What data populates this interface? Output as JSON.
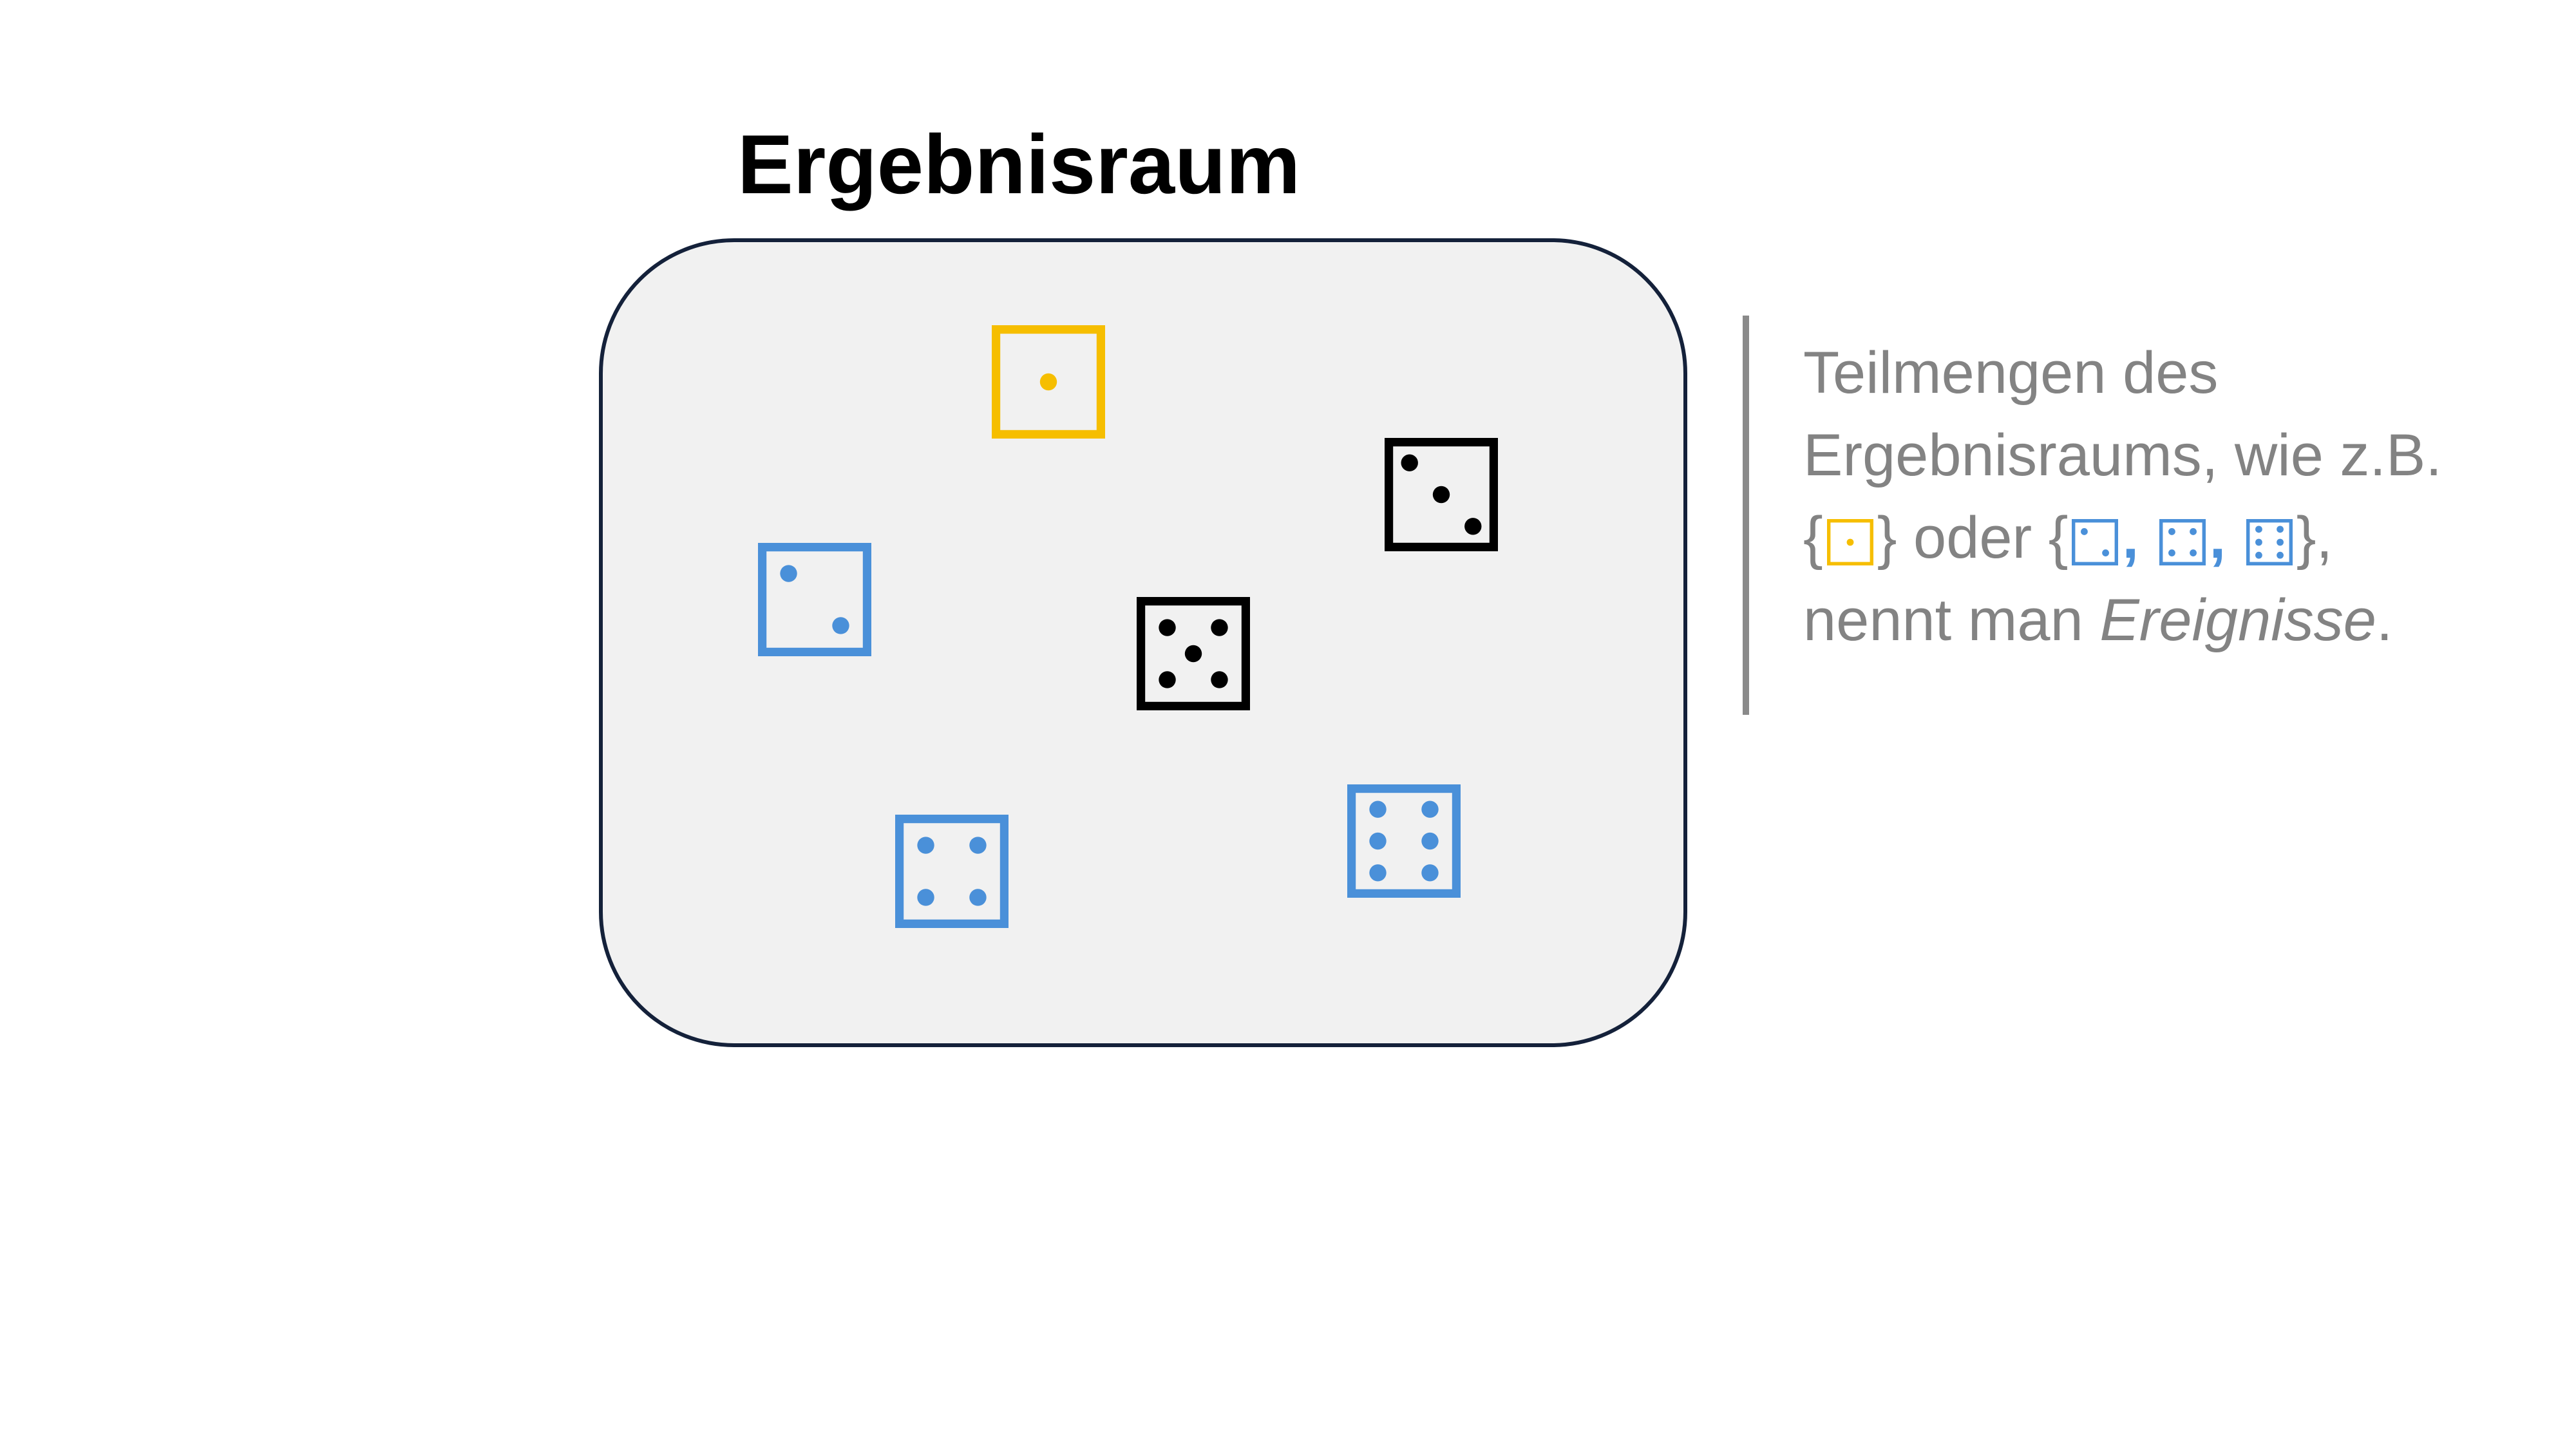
{
  "title": "Ergebnisraum",
  "colors": {
    "yellow": "#f6be00",
    "blue": "#4a90d9",
    "black": "#000000",
    "box_fill": "#f1f1f1",
    "box_border": "#14213a",
    "caption_text": "#838383"
  },
  "dice": [
    {
      "value": 1,
      "color": "yellow"
    },
    {
      "value": 3,
      "color": "black"
    },
    {
      "value": 2,
      "color": "blue"
    },
    {
      "value": 5,
      "color": "black"
    },
    {
      "value": 4,
      "color": "blue"
    },
    {
      "value": 6,
      "color": "blue"
    }
  ],
  "caption": {
    "line1": "Teilmengen des",
    "line2": "Ergebnisraums, wie z.B.",
    "brace_open": "{",
    "brace_close": "}",
    "oder": " oder ",
    "comma": ",",
    "line3_tail": ",",
    "line4_prefix": "nennt man ",
    "line4_em": "Ereignisse",
    "line4_suffix": ".",
    "event1": [
      {
        "value": 1,
        "color": "yellow"
      }
    ],
    "event2": [
      {
        "value": 2,
        "color": "blue"
      },
      {
        "value": 4,
        "color": "blue"
      },
      {
        "value": 6,
        "color": "blue"
      }
    ]
  }
}
